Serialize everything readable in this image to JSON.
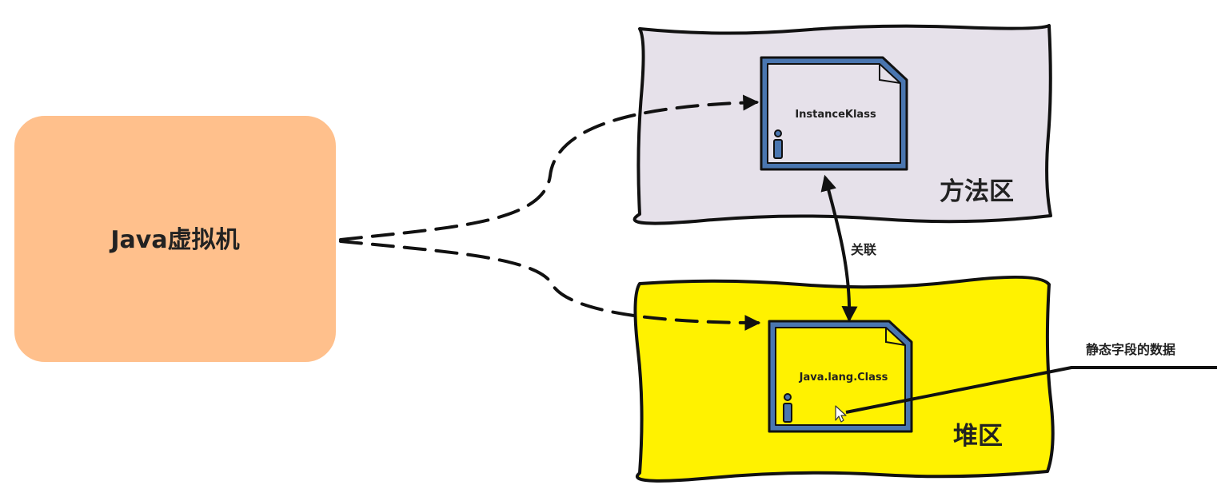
{
  "jvm": {
    "label": "Java虚拟机",
    "color": "#FFC08C"
  },
  "method_area": {
    "label": "方法区",
    "color": "#E6E1EA",
    "box": {
      "label": "InstanceKlass",
      "icon": "info-icon"
    }
  },
  "heap": {
    "label": "堆区",
    "color": "#FFF200",
    "box": {
      "label": "Java.lang.Class",
      "icon": "info-icon"
    }
  },
  "association": {
    "label": "关联"
  },
  "static_fields": {
    "label": "静态字段的数据"
  },
  "colors": {
    "box_border": "#4A76B0",
    "line": "#111111"
  }
}
